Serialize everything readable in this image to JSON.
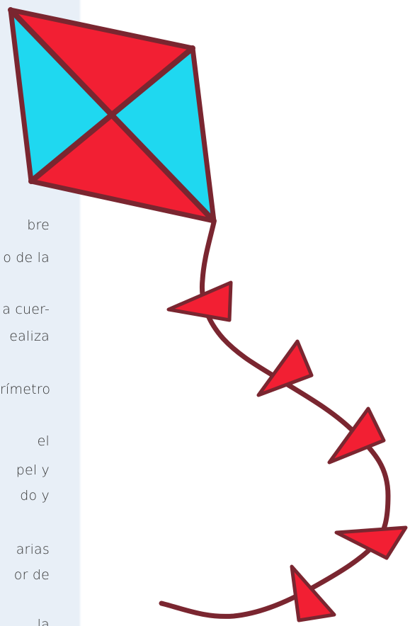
{
  "lines": [
    "bre",
    "o de la",
    "a cuer-",
    "ealiza",
    "rímetro",
    "el",
    "pel y",
    "do y",
    "arias",
    "or de",
    "la"
  ],
  "colors": {
    "panel": "#e8eff7",
    "kite_red": "#f21f33",
    "kite_cyan": "#1fd8f0",
    "outline": "#7a2630"
  },
  "icons": [
    "kite-icon",
    "kite-tail-icon",
    "bow-icon"
  ]
}
